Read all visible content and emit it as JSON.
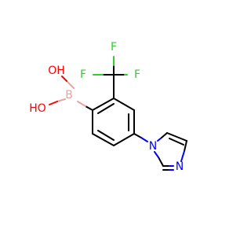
{
  "molecule": {
    "atoms": {
      "b_label": "B",
      "o1_label": "OH",
      "o2_label": "HO",
      "f1_label": "F",
      "f2_label": "F",
      "f3_label": "F",
      "n1_label": "N",
      "n2_label": "N"
    },
    "colors": {
      "carbon": "#000000",
      "boron": "#e5a4a0",
      "oxygen": "#ff0000",
      "fluorine": "#33cc33",
      "nitrogen": "#0000ff"
    }
  }
}
